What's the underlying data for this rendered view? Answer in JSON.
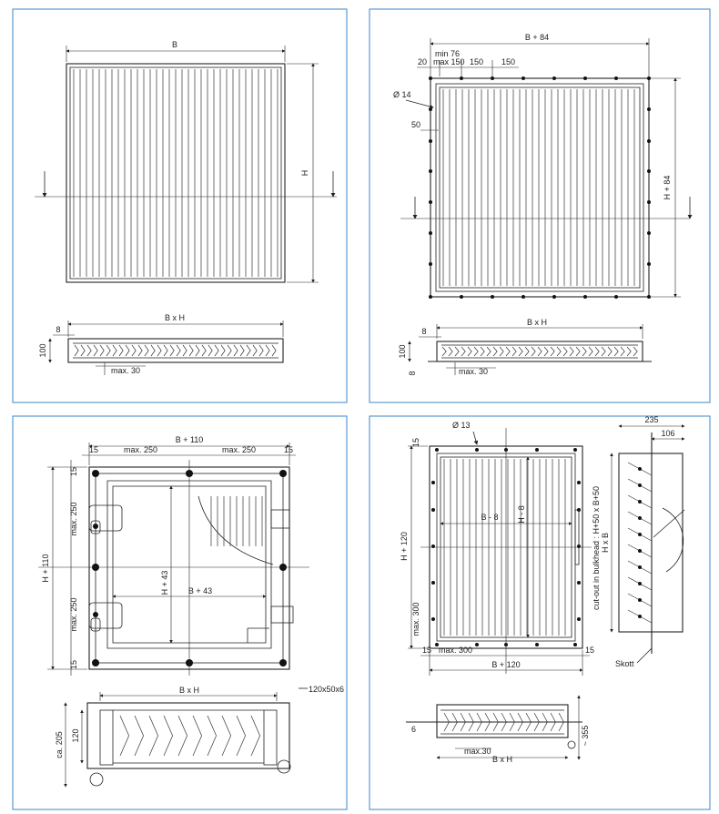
{
  "panels": {
    "p1": {
      "top": {
        "width": "B",
        "height": "H"
      },
      "section": {
        "size": "B x H",
        "flange": "8",
        "depth": "100",
        "gap": "max. 30"
      }
    },
    "p2": {
      "top": {
        "width": "B + 84",
        "min": "min 76",
        "max150": "max 150",
        "s150a": "150",
        "s150b": "150",
        "s20": "20",
        "hole": "Ø 14",
        "s50": "50",
        "height": "H + 84"
      },
      "section": {
        "size": "B x H",
        "flange": "8",
        "depth": "100",
        "bottom8": "8",
        "gap": "max. 30"
      }
    },
    "p3": {
      "top": {
        "width": "B + 110",
        "s15l": "15",
        "s15r": "15",
        "max250a": "max. 250",
        "max250b": "max. 250",
        "s15t": "15",
        "s15b": "15",
        "max250c": "max. 250",
        "max250d": "max. 250",
        "height": "H + 110",
        "inner_w": "B + 43",
        "inner_h": "H + 43"
      },
      "section": {
        "size": "B x H",
        "profile": "120x50x6",
        "depth": "ca. 205",
        "inner": "120"
      }
    },
    "p4": {
      "top": {
        "hole": "Ø 13",
        "s15t": "15",
        "width": "B + 120",
        "s15l": "15",
        "s15r": "15",
        "max300a": "max. 300",
        "max300b": "max. 300",
        "height": "H + 120",
        "inner_w": "B - 8",
        "inner_h": "H - 8",
        "cutout": "cut-out in bulkhead : H+50 x B+50"
      },
      "side": {
        "w235": "235",
        "w106": "106",
        "size": "H x B",
        "skott": "Skott"
      },
      "section": {
        "size": "B x H",
        "gap": "max.30",
        "s6": "6",
        "depth": "~ 355"
      }
    }
  }
}
